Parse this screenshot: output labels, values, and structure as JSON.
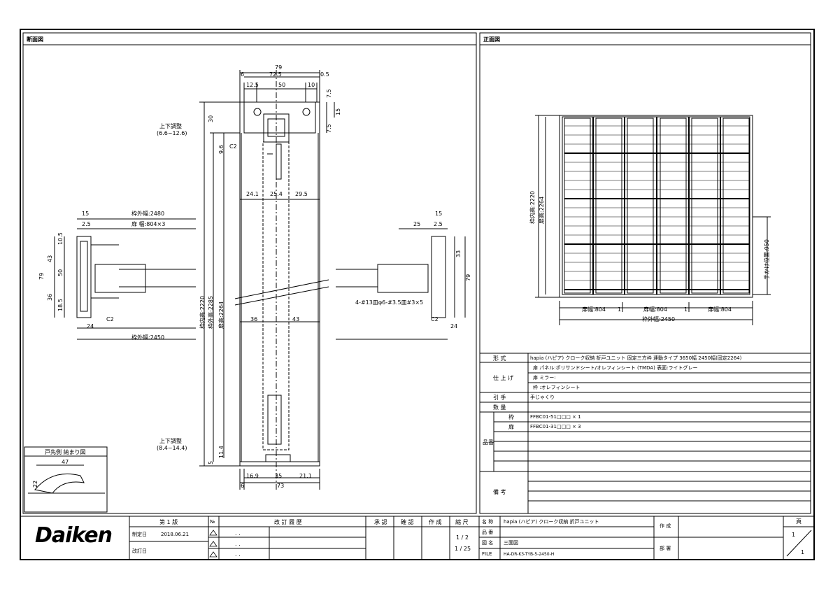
{
  "left_view": {
    "title": "断面図",
    "top": {
      "w79": "79",
      "d6": "6",
      "d72_5": "72.5",
      "d0_5": "0.5",
      "d12_5": "12.5",
      "d50": "50",
      "d10": "10",
      "d7_5a": "7.5",
      "d15": "15",
      "d7_5b": "7.5",
      "d30": "30",
      "d9_6": "9.6",
      "c2": "C2"
    },
    "upper_adjust": [
      "上下調整",
      "(6.6~12.6)"
    ],
    "lower_adjust": [
      "上下調整",
      "(8.4~14.4)"
    ],
    "mid_dims": [
      "24.1",
      "25.4",
      "29.5"
    ],
    "bottom_dims": [
      "36",
      "43"
    ],
    "vertical_labels": {
      "inner_h": "枠内高:2220",
      "outer_h": "枠外高:2285",
      "door_h": "扉高:2264"
    },
    "left_detail": {
      "d15": "15",
      "outer_w": "枠外幅:2480",
      "d2_5": "2.5",
      "door_w": "扉 幅:804×3",
      "d10_5": "10.5",
      "d43": "43",
      "d79": "79",
      "d50": "50",
      "d36": "36",
      "d18_5": "18.5",
      "d24": "24",
      "c2": "C2",
      "outer_w2": "枠外幅:2450"
    },
    "right_detail": {
      "d15": "15",
      "d25": "25",
      "d2_5": "2.5",
      "d33": "33",
      "d79": "79",
      "c2": "C2",
      "d24": "24",
      "screw": "4-#13皿φ6-#3.5皿#3×5"
    },
    "bottom": {
      "d11_4": "11.4",
      "d5": "5",
      "d16_9": "16.9",
      "d35": "35",
      "d21_1": "21.1",
      "d6": "6",
      "d73": "73"
    },
    "inset": {
      "title": "戸先側 納まり図",
      "w47": "47",
      "h22": "22"
    }
  },
  "front_view": {
    "title": "正面図",
    "dims": {
      "inner_h": "枠内高:2220",
      "door_h": "扉高:2264",
      "pull_h": "手かけ位置:950",
      "door1": "扉幅:804",
      "door2": "扉幅:804",
      "door3": "扉幅:804",
      "gap1": "1",
      "gap2": "1",
      "outer_w": "枠外幅:2450"
    }
  },
  "spec_table": {
    "rows": [
      {
        "label": "形 式",
        "lines": [
          "hapia (ハピア) クローク収納 折戸ユニット 固定三方枠 連動タイプ 3650幅 2450幅(固定2264)"
        ]
      },
      {
        "label": "仕 上 げ",
        "lines": [
          "扉 パネル:ポリサンドシート/オレフィンシート (TMDA) 表面:ライトグレー",
          "扉 ミラー:",
          "枠    :オレフィンシート"
        ]
      },
      {
        "label": "引 手",
        "lines": [
          "手じゃくり"
        ]
      },
      {
        "label": "数 量",
        "lines": [
          ""
        ]
      },
      {
        "label": "品番",
        "sub": [
          {
            "k": "枠",
            "v": "FFBC01-51□□□ × 1"
          },
          {
            "k": "扉",
            "v": "FFBC01-31□□□ × 3"
          }
        ]
      },
      {
        "label": "備 考",
        "lines": [
          ""
        ]
      }
    ]
  },
  "title_block": {
    "logo": "Daiken",
    "version": "第 1 版",
    "made_label": "制定日",
    "made_date": "2018.06.21",
    "revised_label": "改訂日",
    "col_no": "№",
    "col_content": "改 訂 履 歴",
    "col_approve": "承 認",
    "col_check": "確 認",
    "col_make": "作 成",
    "col_scale": "縮 尺",
    "revisions": [
      ". .",
      ". .",
      ". ."
    ],
    "scale1": "1 / 2",
    "scale2": "1 / 25",
    "name_label": "名 称",
    "name_value": "hapia (ハピア) クローク収納 折戸ユニット",
    "type_label": "品 番",
    "drawing_label": "図 名",
    "drawing_value": "三面図",
    "file_label": "FILE",
    "file_value": "HA-DR-K3-TYB-5-2450-H",
    "maker_label": "作 成",
    "dept_label": "部 署",
    "page_label": "頁",
    "page_num": "1",
    "page_total": "1"
  }
}
